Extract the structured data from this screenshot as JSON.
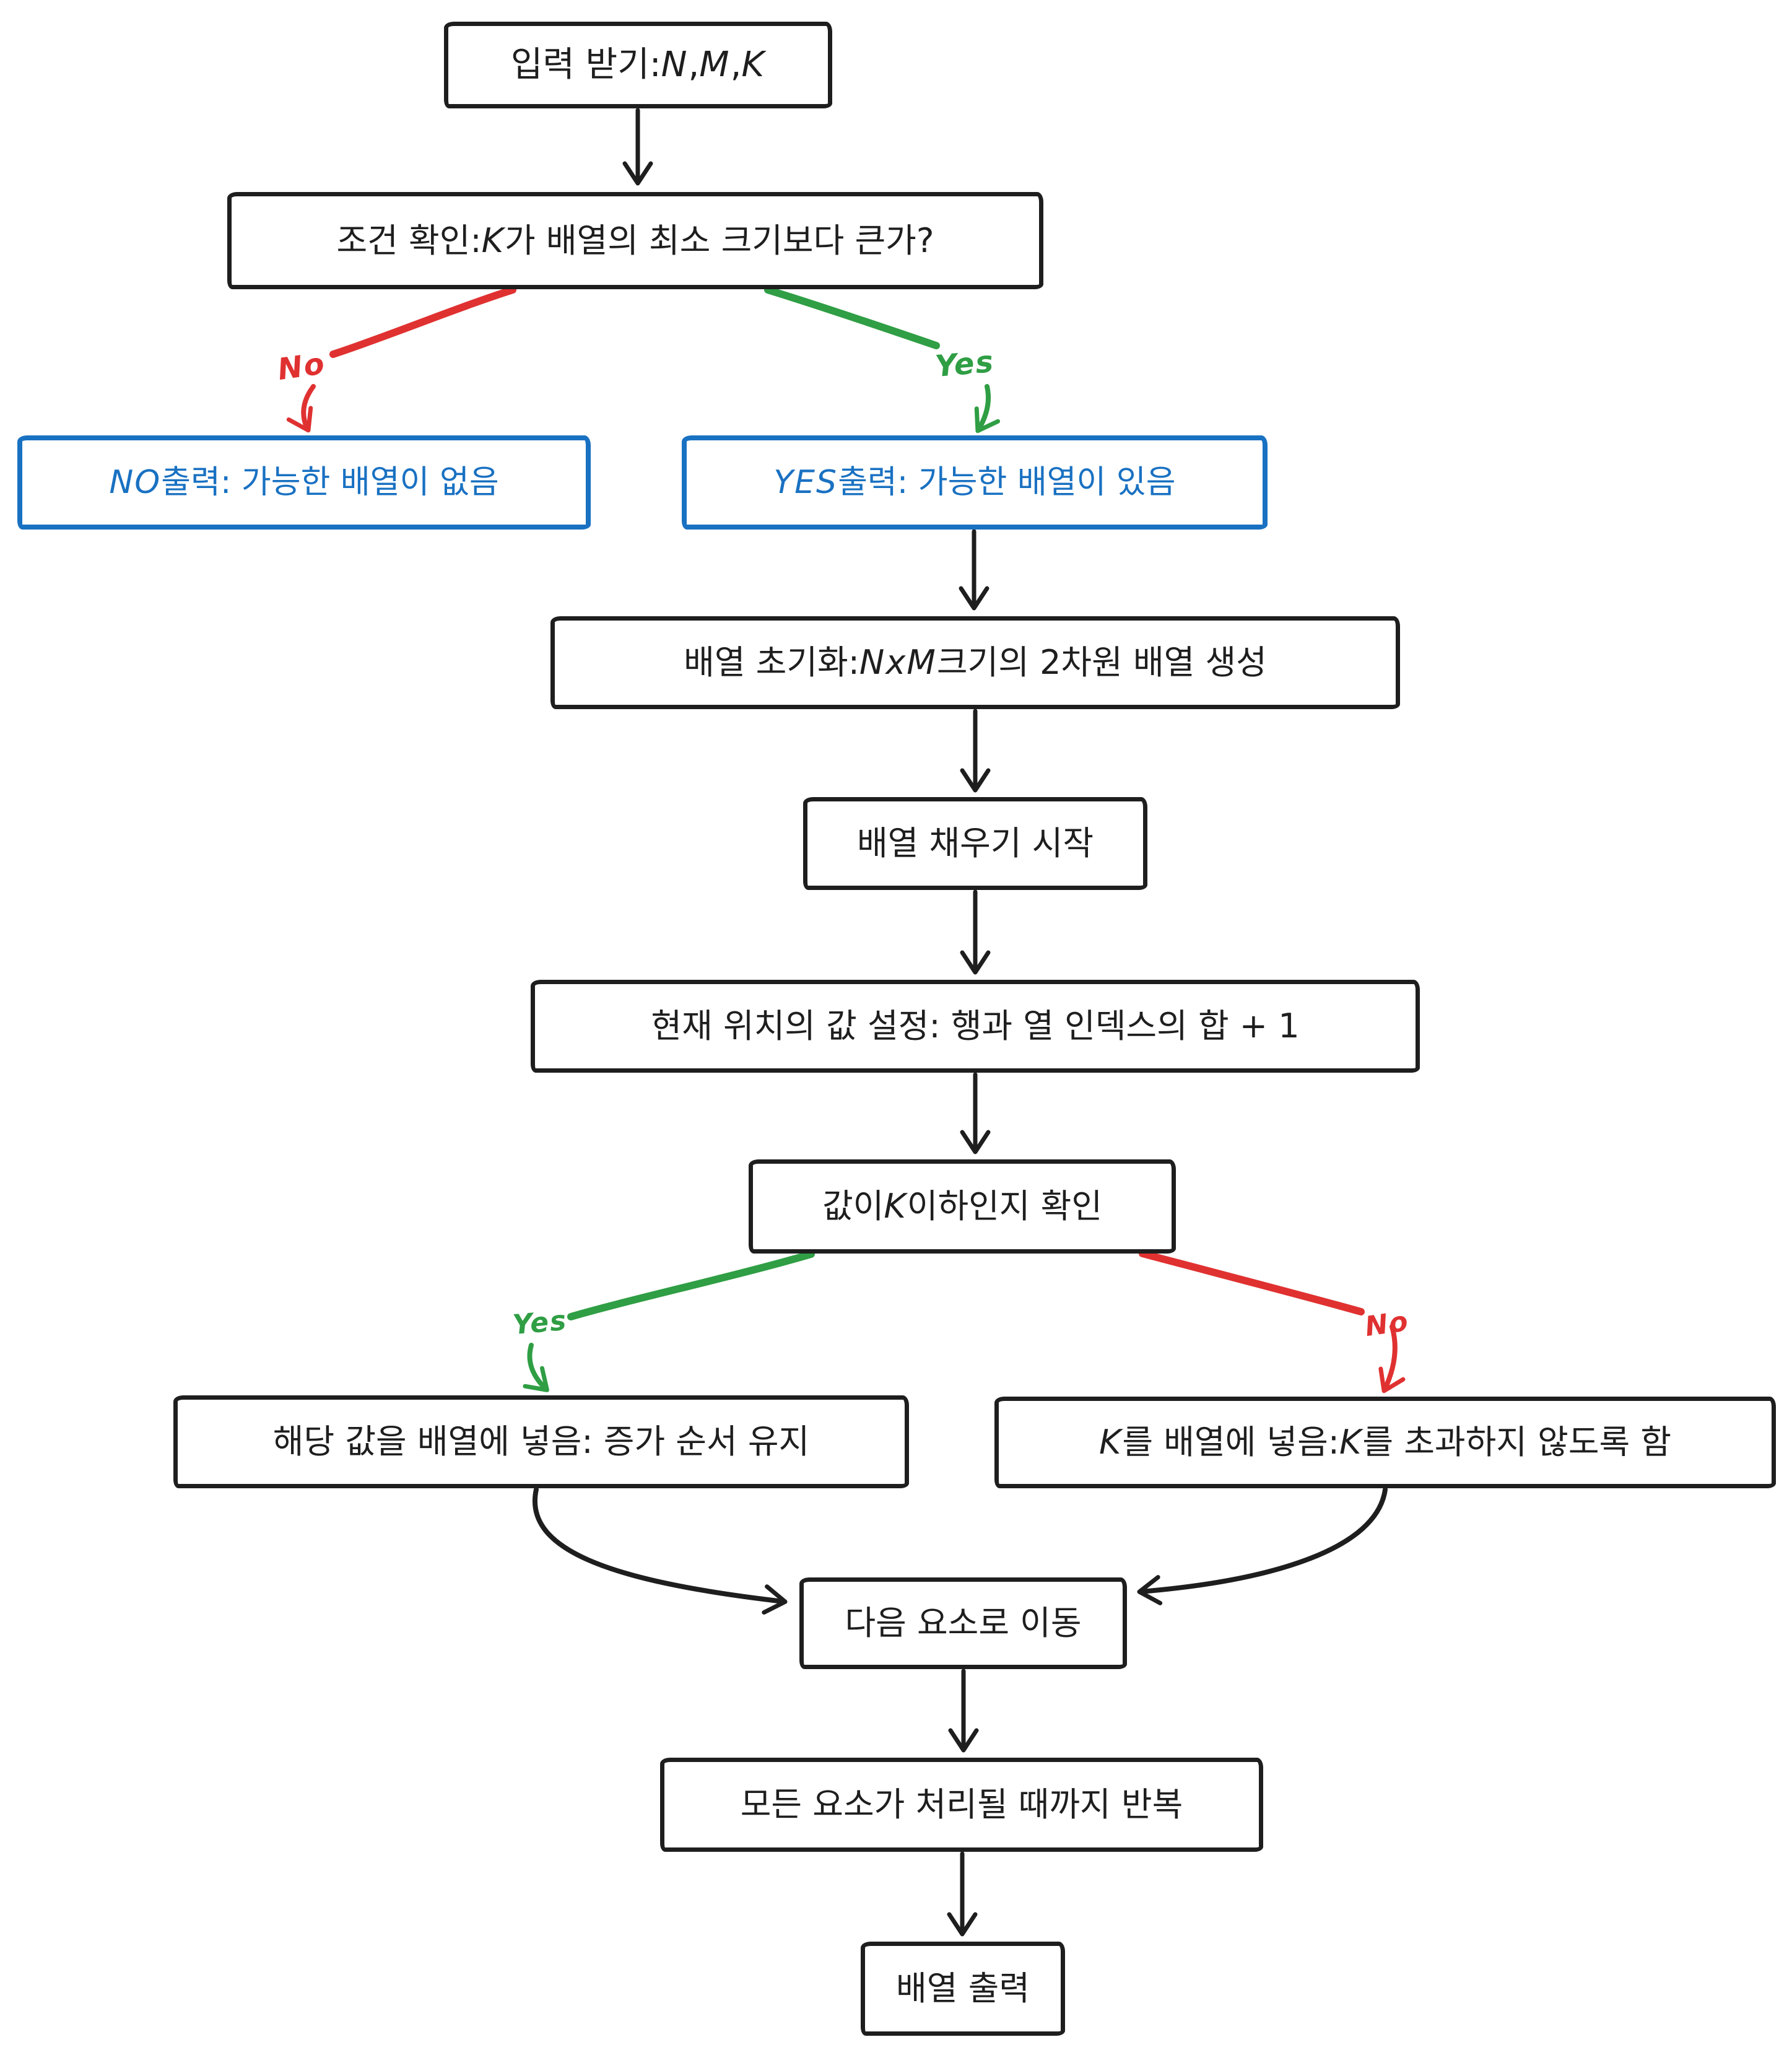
{
  "colors": {
    "stroke": "#1e1e1e",
    "blue": "#1971c2",
    "red": "#e03131",
    "green": "#2f9e44",
    "background": "#ffffff"
  },
  "nodes": {
    "input": {
      "label": "입력 받기: N, M, K"
    },
    "condition": {
      "label": "조건 확인: K가 배열의 최소 크기보다 큰가?"
    },
    "no_output": {
      "label": "NO 출력: 가능한 배열이 없음"
    },
    "yes_output": {
      "label": "YES 출력: 가능한 배열이 있음"
    },
    "init": {
      "label": "배열 초기화: N x M 크기의 2차원 배열 생성"
    },
    "fill_start": {
      "label": "배열 채우기 시작"
    },
    "set_value": {
      "label": "현재 위치의 값 설정: 행과 열 인덱스의 합 + 1"
    },
    "check": {
      "label": "값이 K 이하인지 확인"
    },
    "keep_value": {
      "label": "해당 값을 배열에 넣음: 증가 순서 유지"
    },
    "cap_value": {
      "label": "K를 배열에 넣음: K를 초과하지 않도록 함"
    },
    "next": {
      "label": "다음 요소로 이동"
    },
    "repeat": {
      "label": "모든 요소가 처리될 때까지 반복"
    },
    "output": {
      "label": "배열 출력"
    }
  },
  "edges": {
    "no_top": {
      "label": "No"
    },
    "yes_top": {
      "label": "Yes"
    },
    "yes_bottom": {
      "label": "Yes"
    },
    "no_bottom": {
      "label": "No"
    }
  }
}
